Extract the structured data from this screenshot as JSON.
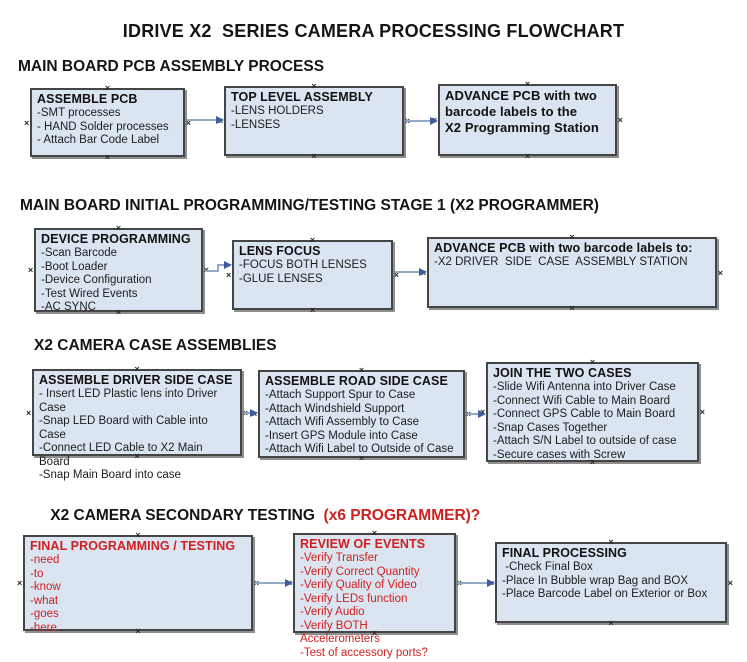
{
  "title": "IDRIVE X2  SERIES CAMERA PROCESSING FLOWCHART",
  "icons": {
    "connection_marker": "×",
    "arrowhead": "right-triangle"
  },
  "colors": {
    "box_fill": "#dbe5f1",
    "box_border": "#454545",
    "connector_line": "#94a9c6",
    "connector_head": "#3c5c9c",
    "red_text": "#cf2020"
  },
  "sections": [
    {
      "header": "MAIN BOARD PCB ASSEMBLY PROCESS"
    },
    {
      "header": "MAIN BOARD INITIAL PROGRAMMING/TESTING STAGE 1 (X2 PROGRAMMER)"
    },
    {
      "header": "X2 CAMERA CASE ASSEMBLIES"
    },
    {
      "header_black": "X2 CAMERA SECONDARY TESTING ",
      "header_red": " (x6 PROGRAMMER)?"
    }
  ],
  "boxes": {
    "assemble_pcb": {
      "title": "ASSEMBLE PCB",
      "lines": [
        "-SMT processes",
        "- HAND Solder processes",
        "- Attach Bar Code Label"
      ]
    },
    "top_level_assembly": {
      "title": "TOP LEVEL ASSEMBLY",
      "lines": [
        "-LENS HOLDERS",
        "-LENSES"
      ]
    },
    "advance_pcb_to_programming": {
      "title": "ADVANCE PCB with two\nbarcode labels to the\n X2 Programming Station"
    },
    "device_programming": {
      "title": "DEVICE PROGRAMMING",
      "lines": [
        "-Scan Barcode",
        "-Boot Loader",
        "-Device Configuration",
        "-Test Wired Events",
        "-AC SYNC"
      ]
    },
    "lens_focus": {
      "title": "LENS FOCUS",
      "lines": [
        "-FOCUS BOTH LENSES",
        "-GLUE LENSES"
      ]
    },
    "advance_pcb_to_driver_side": {
      "title": "ADVANCE PCB with two barcode labels to:",
      "lines": [
        "-X2 DRIVER  SIDE  CASE  ASSEMBLY STATION"
      ]
    },
    "assemble_driver_side_case": {
      "title": "ASSEMBLE DRIVER SIDE CASE",
      "lines": [
        "- Insert LED Plastic lens into Driver Case",
        "-Snap LED Board with Cable into Case",
        "-Connect LED Cable to X2 Main Board",
        "-Snap Main Board into case"
      ]
    },
    "assemble_road_side_case": {
      "title": "ASSEMBLE ROAD SIDE CASE",
      "lines": [
        "-Attach Support Spur to Case",
        "-Attach Windshield Support",
        "-Attach Wifi Assembly to Case",
        "-Insert GPS Module into Case",
        "-Attach Wifi Label to Outside of Case"
      ]
    },
    "join_the_two_cases": {
      "title": "JOIN THE TWO CASES",
      "lines": [
        "-Slide Wifi Antenna into Driver Case",
        "-Connect Wifi Cable to Main Board",
        "-Connect GPS Cable to Main Board",
        "-Snap Cases Together",
        "-Attach S/N Label to outside of case",
        "-Secure cases with Screw"
      ]
    },
    "final_programming_testing": {
      "title": "FINAL PROGRAMMING / TESTING",
      "lines": [
        "-need",
        "-to",
        "-know",
        "-what",
        "-goes",
        "-here"
      ]
    },
    "review_of_events": {
      "title": "REVIEW OF EVENTS",
      "lines": [
        "-Verify Transfer",
        "-Verify Correct Quantity",
        "-Verify Quality of Video",
        "-Verify LEDs function",
        "-Verify Audio",
        "-Verify BOTH Accelerometers",
        "-Test of accessory ports?"
      ]
    },
    "final_processing": {
      "title": "FINAL PROCESSING",
      "lines": [
        " -Check Final Box",
        "-Place In Bubble wrap Bag and BOX",
        "-Place Barcode Label on Exterior or Box"
      ]
    }
  }
}
